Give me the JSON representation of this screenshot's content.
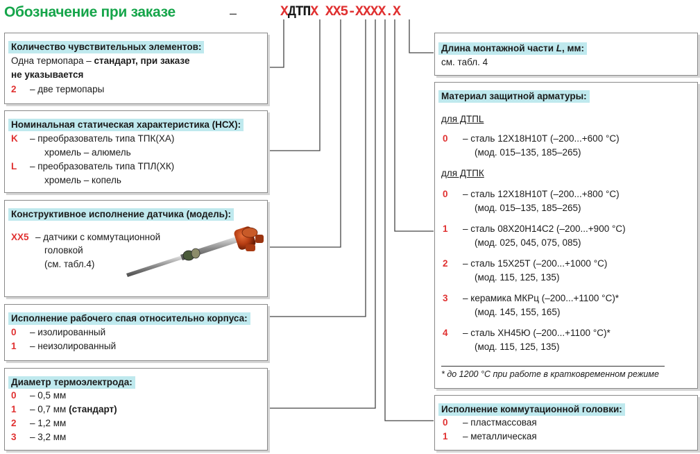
{
  "header": {
    "title": "Обозначение при заказе",
    "dash": "–",
    "code": {
      "x1": "Х",
      "dtp": "ДТП",
      "x2": "Х",
      "mid": " ХХ5-ХХХХ.Х"
    }
  },
  "sensing_elements": {
    "heading": "Количество чувствительных  элементов:",
    "line1_prefix": "Одна термопара – ",
    "line1_bold": "стандарт, при заказе",
    "line2_bold": "не указывается",
    "item_code": "2",
    "item_text": "– две термопары"
  },
  "nsc": {
    "heading": "Номинальная статическая характеристика (НСХ):",
    "items": [
      {
        "code": "K",
        "line1": "– преобразователь типа ТПК(ХА)",
        "line2": "хромель – алюмель"
      },
      {
        "code": "L",
        "line1": "– преобразователь типа ТПЛ(ХК)",
        "line2": "хромель – копель"
      }
    ]
  },
  "design": {
    "heading": "Конструктивное исполнение датчика (модель):",
    "code": "ХХ5",
    "line1": "– датчики с коммутационной",
    "line2": "головкой",
    "line3": "(см. табл.4)"
  },
  "junction": {
    "heading": "Исполнение рабочего спая относительно корпуса:",
    "items": [
      {
        "code": "0",
        "text": "– изолированный"
      },
      {
        "code": "1",
        "text": "– неизолированный"
      }
    ]
  },
  "diameter": {
    "heading": "Диаметр термоэлектрода:",
    "items": [
      {
        "code": "0",
        "text": "– 0,5 мм",
        "extra": ""
      },
      {
        "code": "1",
        "text": "– 0,7 мм ",
        "extra": "(стандарт)"
      },
      {
        "code": "2",
        "text": "– 1,2 мм",
        "extra": ""
      },
      {
        "code": "3",
        "text": "– 3,2 мм",
        "extra": ""
      }
    ]
  },
  "length": {
    "heading_prefix": "Длина монтажной части ",
    "heading_var": "L",
    "heading_suffix": ", мм:",
    "text": "см. табл. 4"
  },
  "material": {
    "heading": "Материал защитной арматуры:",
    "group1": "для ДТПL",
    "group2": "для ДТПК",
    "items": [
      {
        "code": "0",
        "line1": "– сталь 12Х18Н10Т (–200...+600 °С)",
        "line2": "(мод. 015–135, 185–265)"
      },
      {
        "code": "0",
        "line1": "– сталь 12Х18Н10Т (–200...+800 °С)",
        "line2": "(мод. 015–135, 185–265)"
      },
      {
        "code": "1",
        "line1": "– сталь 08Х20Н14С2 (–200...+900 °С)",
        "line2": "(мод. 025, 045, 075, 085)"
      },
      {
        "code": "2",
        "line1": "– сталь 15Х25Т (–200...+1000 °С)",
        "line2": "(мод. 115, 125, 135)"
      },
      {
        "code": "3",
        "line1": "– керамика МКРц (–200...+1100 °С)*",
        "line2": "(мод. 145, 155, 165)"
      },
      {
        "code": "4",
        "line1": "– сталь ХН45Ю (–200...+1100 °С)*",
        "line2": "(мод. 115, 125, 135)"
      }
    ],
    "footnote": "* до 1200 °С при работе в кратковременном режиме"
  },
  "head": {
    "heading": "Исполнение коммутационной головки:",
    "items": [
      {
        "code": "0",
        "text": "– пластмассовая"
      },
      {
        "code": "1",
        "text": "– металлическая"
      }
    ]
  },
  "colors": {
    "title": "#15a54a",
    "code": "#e03131",
    "heading_bg": "#bfe9ee",
    "lines": "#444444"
  },
  "icons": {
    "sensor": "thermocouple-sensor-icon"
  }
}
